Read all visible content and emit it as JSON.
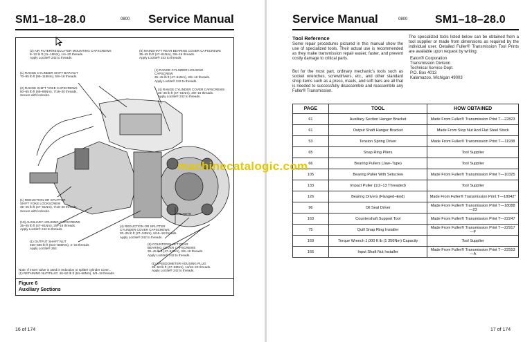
{
  "left": {
    "code": "SM1–18–28.0",
    "num": "0800",
    "title": "Service Manual",
    "footer": "16 of 174",
    "figure": {
      "label": "Figure 6",
      "caption": "Auxiliary Sections",
      "callouts": [
        "(2) AIR FILTER/REGULATOR MOUNTING CAPSCREWS\n8–12 lb ft (11–16Nm), 1/4–20 threads.\nApply Loctite® 242 to threads.",
        "(1) RANGE CYLINDER SHIFT BAR NUT\n70–85 lb ft (95–115Nm), 5/8–18 threads.",
        "(2) RANGE SHIFT YOKE CAPSCREWS\n50–65 lb ft (68–88Nm), 7/16–20 threads.\nSecure with lockwire.",
        "(8) MAINSHAFT REAR BEARING COVER CAPSCREWS\n35–45 lb ft (47–61Nm), 3/8–16 threads.\nApply Loctite® 242 to threads.",
        "(1) RANGE CYLINDER HOUSING\nCAPSCREW\n35–45 lb ft (47–61Nm), 3/8–16 threads.\nApply Loctite® 242 to threads.",
        "(4) RANGE CYLINDER COVER CAPSCREWS\n35–45 lb ft (47–61Nm), 3/8–16 threads.\nApply Loctite® 242 to threads.",
        "(1) REDUCTION OR SPLITTER\nSHIFT YOKE LOCKSCREW\n35–45 lb ft (47–61Nm), 7/16–20 threads.\nSecure with lockwire.",
        "(19) AUXILIARY HOUSING CAPSCREWS\n35–45 lb ft (47–61Nm), 3/8–16 threads.\nApply Loctite® 242 to threads.",
        "(1) OUTPUT SHAFT NUT\n450–500 lb ft (610–680Nm), 2–16 threads.\nApply Loctite® 262.",
        "SEE NOTE",
        "(4) REDUCTION OR SPLITTER\nCYLINDER COVER CAPSCREWS\n20–25 lb ft (27–34Nm), 5/16–18 threads.\nApply Loctite® 242 to threads.",
        "(8) COUNTERSHAFT REAR\nBEARING COVER CAPSCREWS\n35–45 lb ft (47–61Nm), 3/8–16 threads.\nApply Loctite® 242 to threads.",
        "(1) SPEEDOMETER HOUSING PLUG\n35–50 lb ft (47–68Nm), 13/16–20 threads.\nApply Loctite® 242 to threads.",
        "Note: If insert valve is used in reduction or splitter cylinder cover...\n(1) RETAINING NUT/PLUG: 40–50 lb ft (54–68Nm), 5/8–18 threads."
      ]
    }
  },
  "right": {
    "title": "Service Manual",
    "num": "0800",
    "code": "SM1–18–28.0",
    "footer": "17 of 174",
    "section_title": "Tool Reference",
    "para1": "Some repair procedures pictured in this manual show the use of specialized tools. Their actual use is recommended as they make transmission repair easier, faster, and prevent costly damage to critical parts.",
    "para2": "But for the most part, ordinary mechanic's tools such as socket wrenches, screwdrivers, etc., and other standard shop items such as a press, mauls, and soft bars are all that is needed to successfully disassemble and reassemble any Fuller® Transmission.",
    "para3": "The specialized tools listed below can be obtained from a tool supplier or made from dimensions as required by the individual user. Detailed Fuller® Transmission Tool Prints are available upon request by writing:",
    "address": [
      "Eaton® Corporation",
      "Transmission Division",
      "Technical Service Dept.",
      "P.O. Box 4013",
      "Kalamazoo, Michigan 49003"
    ],
    "table": {
      "headers": [
        "PAGE",
        "TOOL",
        "HOW OBTAINED"
      ],
      "rows": [
        [
          "61",
          "Auxiliary Section Hanger Bracket",
          "Made From Fuller® Transmission Print T—22823"
        ],
        [
          "61",
          "Output Shaft Hanger Bracket",
          "Made From Stop Nut And Flat Steel Stock"
        ],
        [
          "53",
          "Tension Spring Driver",
          "Made From Fuller® Transmission Print T—11938"
        ],
        [
          "65",
          "Snap Ring Pliers",
          "Tool Supplier"
        ],
        [
          "66",
          "Bearing Pullers (Jaw–Type)",
          "Tool Supplier"
        ],
        [
          "105",
          "Bearing Puller With Setscrew",
          "Made From Fuller® Transmission Print T—10325"
        ],
        [
          "133",
          "Impact Puller (1/2–13 Threaded)",
          "Tool Supplier"
        ],
        [
          "126",
          "Bearing Drivers (Flanged–End)",
          "Made From Fuller® Transmission Print T—18042*"
        ],
        [
          "96",
          "Oil Seal Driver",
          "Made From Fuller® Transmission Print T—18088—23"
        ],
        [
          "163",
          "Countershaft Support Tool",
          "Made From Fuller® Transmission Print T—22247"
        ],
        [
          "75",
          "Quill Snap Ring Installer",
          "Made From Fuller® Transmission Print T—22917—F"
        ],
        [
          "169",
          "Torque Wrench 1,000 ft lb (1 356Nm) Capacity",
          "Tool Supplier"
        ],
        [
          "166",
          "Input Shaft Nut Installer",
          "Made From Fuller® Transmission Print T—22553—A"
        ]
      ]
    }
  },
  "watermark": "machinecatalogic.com"
}
